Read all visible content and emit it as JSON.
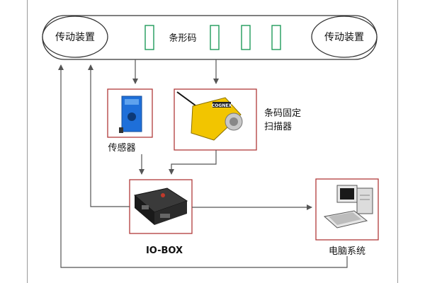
{
  "diagram": {
    "conveyor": {
      "left_label": "传动装置",
      "right_label": "传动装置",
      "barcode_label": "条形码",
      "barcode_color": "#1f9b5a"
    },
    "nodes": {
      "sensor_label": "传感器",
      "scanner_label_line1": "条码固定",
      "scanner_label_line2": "扫描器",
      "iobox_label": "IO-BOX",
      "computer_label": "电脑系统",
      "scanner_brand_text": "COGNEX"
    },
    "colors": {
      "box_border": "#b03a3a",
      "line": "#555555",
      "sensor_body": "#1e6fd9",
      "scanner_body": "#f2c500",
      "iobox_body": "#2a2a2a"
    },
    "icons": {
      "sensor": "photoelectric-sensor-icon",
      "scanner": "barcode-scanner-icon",
      "iobox": "io-box-device-icon",
      "computer": "desktop-computer-icon"
    }
  }
}
